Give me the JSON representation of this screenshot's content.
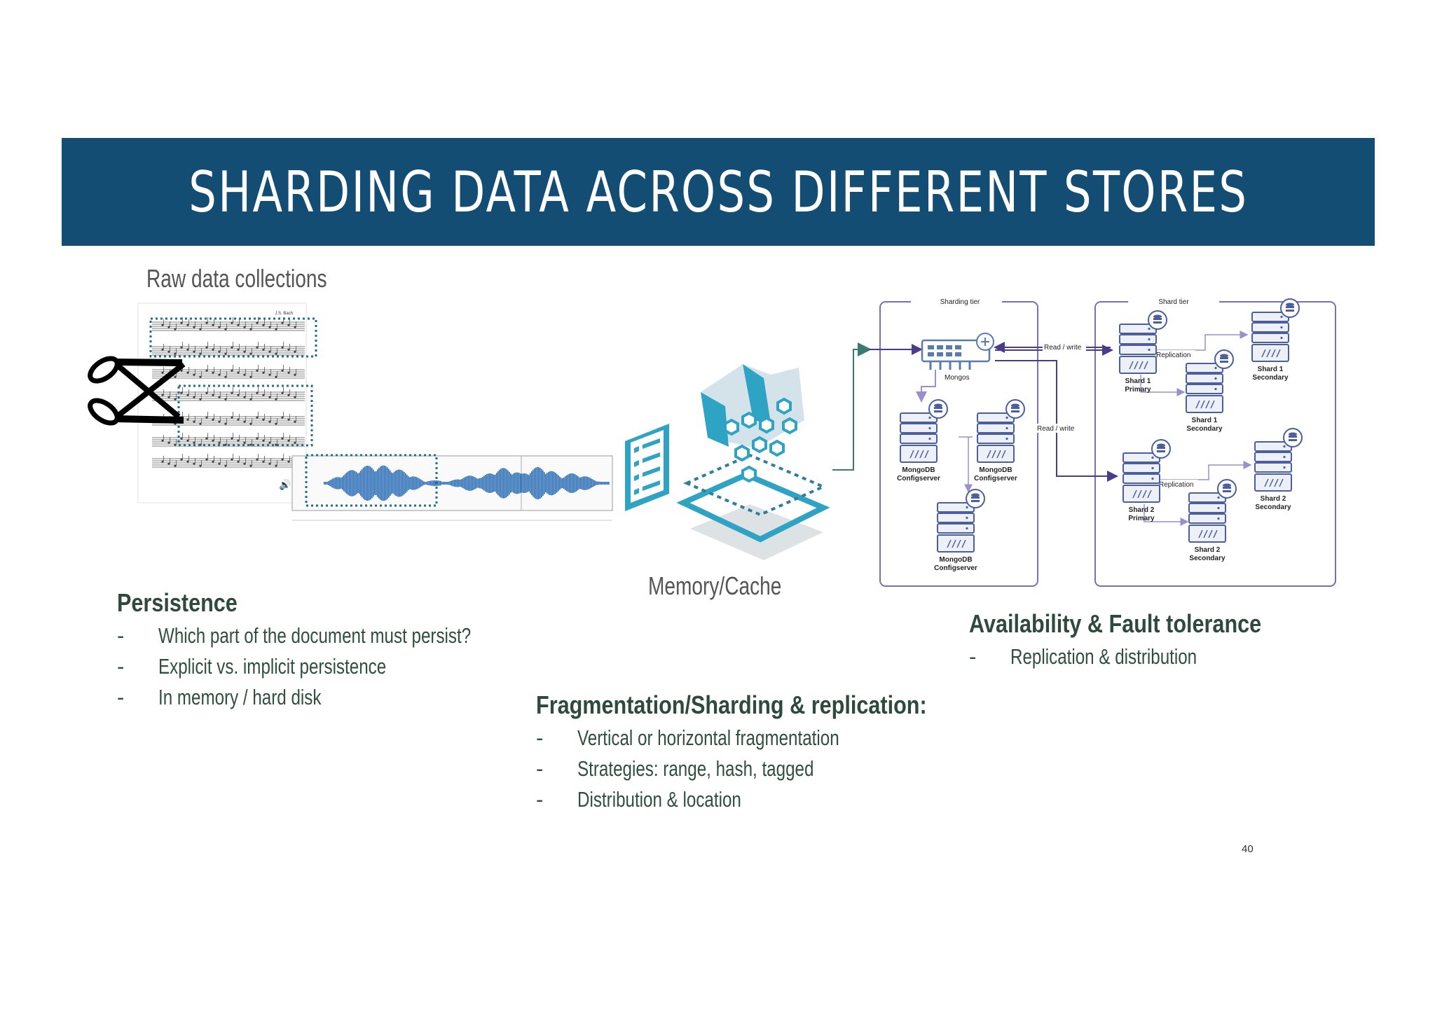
{
  "title": "SHARDING DATA ACROSS DIFFERENT STORES",
  "raw_data_label": "Raw data collections",
  "memory_label": "Memory/Cache",
  "sheet_music": {
    "composer": "J.S. Bach"
  },
  "persistence": {
    "heading": "Persistence",
    "bullets": [
      "Which part of the document must persist?",
      "Explicit vs. implicit persistence",
      "In memory / hard disk"
    ]
  },
  "fragmentation": {
    "heading": "Fragmentation/Sharding & replication:",
    "bullets": [
      "Vertical or horizontal fragmentation",
      "Strategies: range, hash, tagged",
      "Distribution & location"
    ]
  },
  "availability": {
    "heading": "Availability & Fault tolerance",
    "bullets": [
      "Replication & distribution"
    ]
  },
  "bullet_marker": "-",
  "diagram": {
    "sharding_tier": "Sharding tier",
    "shard_tier": "Shard tier",
    "mongos": "Mongos",
    "read_write_1": "Read / write",
    "read_write_2": "Read / write",
    "config_server_a": [
      "MongoDB",
      "Configserver"
    ],
    "config_server_b": [
      "MongoDB",
      "Configserver"
    ],
    "config_server_c": [
      "MongoDB",
      "Configserver"
    ],
    "shard1_primary": [
      "Shard 1",
      "Primary"
    ],
    "shard1_secondary_a": [
      "Shard 1",
      "Secondary"
    ],
    "shard1_secondary_b": [
      "Shard 1",
      "Secondary"
    ],
    "shard2_primary": [
      "Shard 2",
      "Primary"
    ],
    "shard2_secondary_a": [
      "Shard 2",
      "Secondary"
    ],
    "shard2_secondary_b": [
      "Shard 2",
      "Secondary"
    ],
    "replication_1": "Replication",
    "replication_2": "Replication"
  },
  "page_number": "40",
  "colors": {
    "title_bar": "#134d73",
    "heading": "#2e4a3e",
    "teal": "#2fa3c4",
    "waveform": "#2a6db5",
    "diagram_frame": "#7b6fb0"
  }
}
